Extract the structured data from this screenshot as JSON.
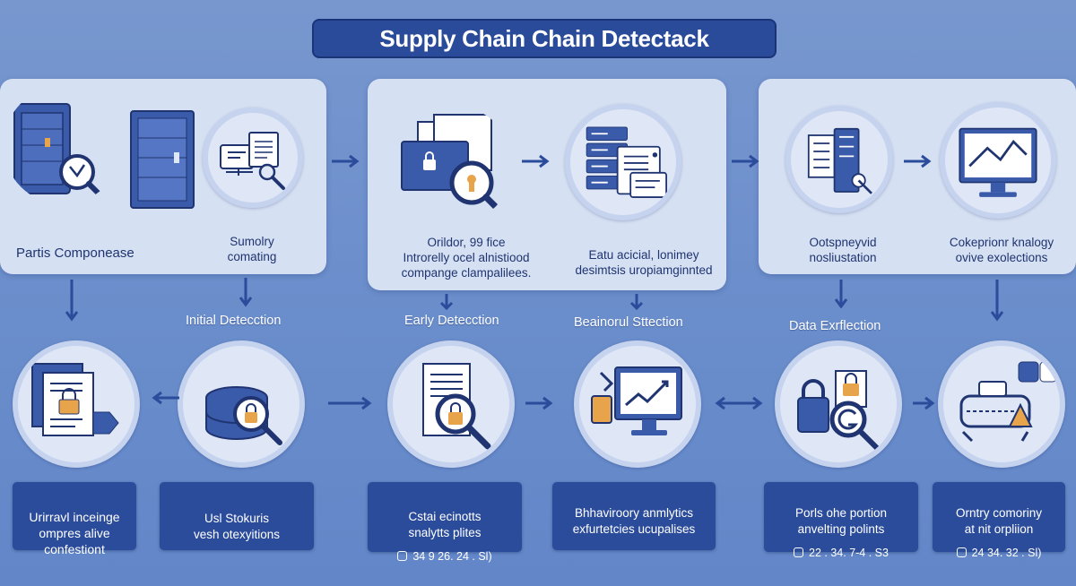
{
  "title": "Supply Chain Chain Detectack",
  "colors": {
    "background": "#6b8fcb",
    "title_bar": "#2a4a9a",
    "panel": "#d6e0f3",
    "box": "#2b4b9b",
    "accent_orange": "#e7a44b",
    "icon_blue": "#3a5aaa"
  },
  "top_panels": [
    {
      "labels": [
        "Partis Componease",
        "Sumolry\ncomating"
      ]
    },
    {
      "labels": [
        "Orildor, 99 fice\nIntrorelly ocel alnistiood\ncompange clampalilees.",
        "Eatu acicial, lonimey\ndesimtsis uropiamginnted"
      ]
    },
    {
      "labels": [
        "Ootspneyvid\nnosliustation",
        "Cokeprionr knalogy\novive exolections"
      ]
    }
  ],
  "stages": [
    "Initial Detecction",
    "Early Detecction",
    "Beainorul Sttection",
    "Data Exrflection"
  ],
  "boxes": [
    {
      "lines": "Urirravl inceinge\nompres alive\nconfestiont",
      "meta": ""
    },
    {
      "lines": "Usl Stokuris\nvesh otexyitions",
      "meta": ""
    },
    {
      "lines": "Cstai ecinotts\nsnalytts plites",
      "meta": "34 9  26. 24 . Sl)"
    },
    {
      "lines": "Bhhaviroory anmlytics\nexfurtetcies ucupalises",
      "meta": ""
    },
    {
      "lines": "Porls ohe portion\nanvelting polints",
      "meta": "22 . 34. 7-4 . S3"
    },
    {
      "lines": "Orntry comoriny\nat nit orpliion",
      "meta": "24 34. 32 . Sl)"
    }
  ],
  "icons": [
    "server-cabinet-icon",
    "document-magnifier-icon",
    "laptop-lock-icon",
    "server-rack-icon",
    "server-connector-icon",
    "line-chart-monitor-icon",
    "file-lock-icon",
    "database-lock-icon",
    "document-lock-search-icon",
    "hand-monitor-chart-icon",
    "padlock-search-icon",
    "machine-alert-icon"
  ]
}
